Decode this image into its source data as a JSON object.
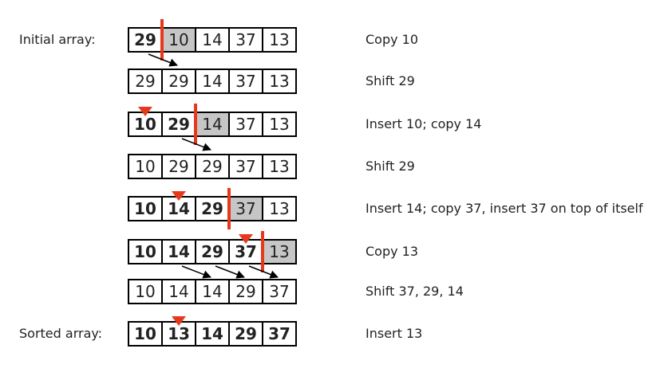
{
  "colors": {
    "marker": "#e8381c",
    "shade": "#c6c6c6",
    "arrow": "#000000"
  },
  "rows": [
    {
      "label": "Initial array:",
      "cells": [
        {
          "v": "29",
          "b": true,
          "s": false
        },
        {
          "v": "10",
          "b": false,
          "s": true
        },
        {
          "v": "14",
          "b": false,
          "s": false
        },
        {
          "v": "37",
          "b": false,
          "s": false
        },
        {
          "v": "13",
          "b": false,
          "s": false
        }
      ],
      "desc": "Copy 10",
      "divider_after": 0,
      "triangle_at": null,
      "arrows": [
        [
          0,
          1
        ]
      ]
    },
    {
      "label": "",
      "cells": [
        {
          "v": "29",
          "b": false,
          "s": false
        },
        {
          "v": "29",
          "b": false,
          "s": false
        },
        {
          "v": "14",
          "b": false,
          "s": false
        },
        {
          "v": "37",
          "b": false,
          "s": false
        },
        {
          "v": "13",
          "b": false,
          "s": false
        }
      ],
      "desc": "Shift 29",
      "divider_after": null,
      "triangle_at": null,
      "arrows": []
    },
    {
      "label": "",
      "cells": [
        {
          "v": "10",
          "b": true,
          "s": false
        },
        {
          "v": "29",
          "b": true,
          "s": false
        },
        {
          "v": "14",
          "b": false,
          "s": true
        },
        {
          "v": "37",
          "b": false,
          "s": false
        },
        {
          "v": "13",
          "b": false,
          "s": false
        }
      ],
      "desc": "Insert 10; copy 14",
      "divider_after": 1,
      "triangle_at": 0,
      "arrows": [
        [
          1,
          2
        ]
      ]
    },
    {
      "label": "",
      "cells": [
        {
          "v": "10",
          "b": false,
          "s": false
        },
        {
          "v": "29",
          "b": false,
          "s": false
        },
        {
          "v": "29",
          "b": false,
          "s": false
        },
        {
          "v": "37",
          "b": false,
          "s": false
        },
        {
          "v": "13",
          "b": false,
          "s": false
        }
      ],
      "desc": "Shift 29",
      "divider_after": null,
      "triangle_at": null,
      "arrows": []
    },
    {
      "label": "",
      "cells": [
        {
          "v": "10",
          "b": true,
          "s": false
        },
        {
          "v": "14",
          "b": true,
          "s": false
        },
        {
          "v": "29",
          "b": true,
          "s": false
        },
        {
          "v": "37",
          "b": false,
          "s": true
        },
        {
          "v": "13",
          "b": false,
          "s": false
        }
      ],
      "desc": "Insert 14; copy 37, insert 37 on top of itself",
      "divider_after": 2,
      "triangle_at": 1,
      "arrows": []
    },
    {
      "label": "",
      "cells": [
        {
          "v": "10",
          "b": true,
          "s": false
        },
        {
          "v": "14",
          "b": true,
          "s": false
        },
        {
          "v": "29",
          "b": true,
          "s": false
        },
        {
          "v": "37",
          "b": true,
          "s": false
        },
        {
          "v": "13",
          "b": false,
          "s": true
        }
      ],
      "desc": "Copy 13",
      "divider_after": 3,
      "triangle_at": 3,
      "arrows": [
        [
          1,
          2
        ],
        [
          2,
          3
        ],
        [
          3,
          4
        ]
      ]
    },
    {
      "label": "",
      "cells": [
        {
          "v": "10",
          "b": false,
          "s": false
        },
        {
          "v": "14",
          "b": false,
          "s": false
        },
        {
          "v": "14",
          "b": false,
          "s": false
        },
        {
          "v": "29",
          "b": false,
          "s": false
        },
        {
          "v": "37",
          "b": false,
          "s": false
        }
      ],
      "desc": "Shift 37, 29, 14",
      "divider_after": null,
      "triangle_at": null,
      "arrows": []
    },
    {
      "label": "Sorted array:",
      "cells": [
        {
          "v": "10",
          "b": true,
          "s": false
        },
        {
          "v": "13",
          "b": true,
          "s": false
        },
        {
          "v": "14",
          "b": true,
          "s": false
        },
        {
          "v": "29",
          "b": true,
          "s": false
        },
        {
          "v": "37",
          "b": true,
          "s": false
        }
      ],
      "desc": "Insert 13",
      "divider_after": null,
      "triangle_at": 1,
      "arrows": []
    }
  ]
}
